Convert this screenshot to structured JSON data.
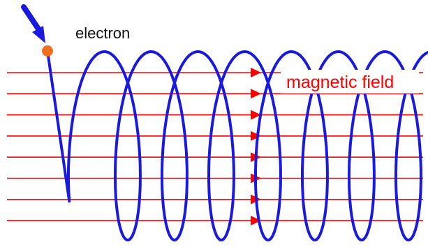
{
  "labels": {
    "electron": "electron",
    "magnetic_field": "magnetic field"
  },
  "colors": {
    "field_lines": "#ff0000",
    "helix_path": "#1a1adf",
    "electron_particle": "#f07020",
    "incoming_arrow": "#1a1adf",
    "label_text": "#111111",
    "field_label_text": "#ff0000",
    "background": "#ffffff"
  },
  "icons": {
    "incoming_arrow": "arrow-down-right-icon",
    "electron_particle": "electron-dot-icon",
    "field_direction_marker": "triangle-right-icon"
  },
  "field_lines": {
    "count": 8,
    "direction": "right"
  },
  "helix": {
    "turns": 8
  }
}
